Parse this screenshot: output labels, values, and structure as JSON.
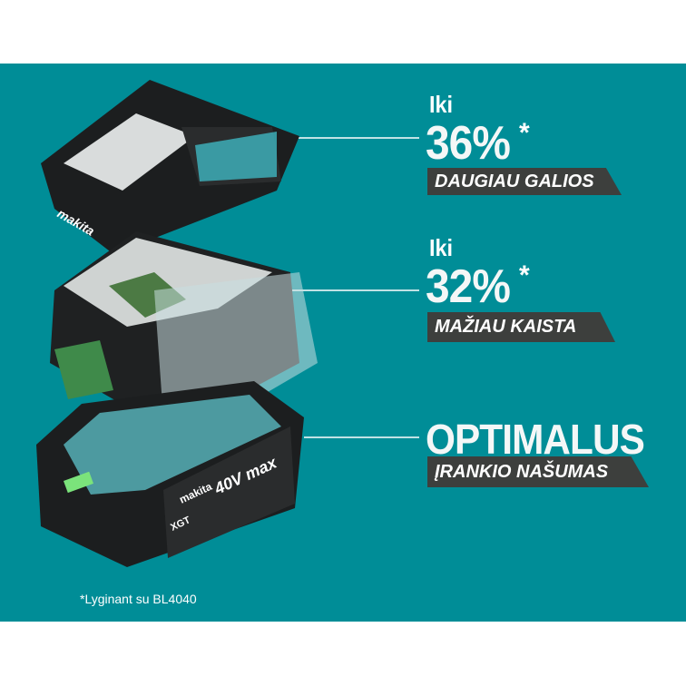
{
  "background_color": "#008d97",
  "banner_color": "#3d3f3d",
  "callouts": [
    {
      "prefix": "Iki",
      "value": "36%",
      "asterisk": "*",
      "label": "DAUGIAU GALIOS"
    },
    {
      "prefix": "Iki",
      "value": "32%",
      "asterisk": "*",
      "label": "MAŽIAU KAISTA"
    },
    {
      "value": "OPTIMALUS",
      "label": "ĮRANKIO NAŠUMAS"
    }
  ],
  "footnote": "*Lyginant su BL4040",
  "product_logos": {
    "brand": "makita",
    "series": "XGT",
    "voltage": "40V max"
  }
}
